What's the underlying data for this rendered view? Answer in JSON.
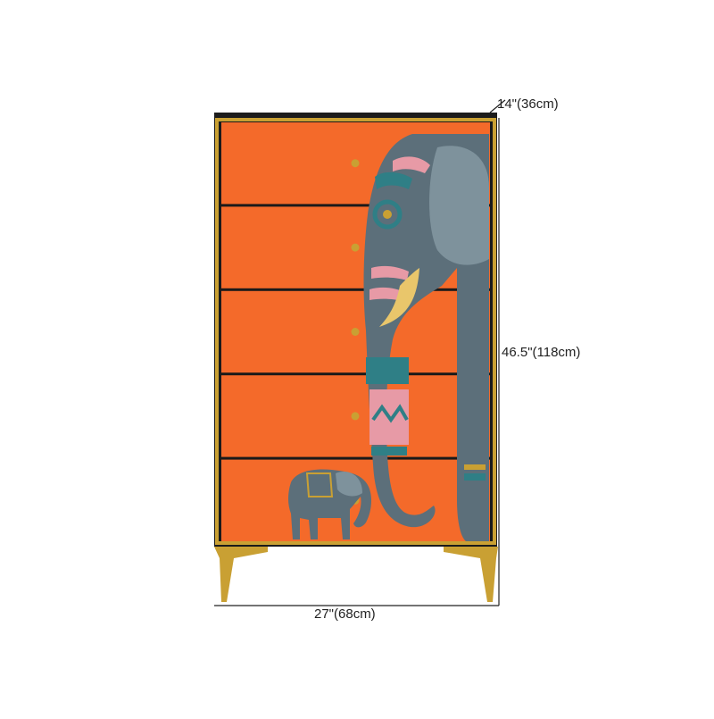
{
  "dimensions": {
    "depth": "14\"(36cm)",
    "height": "46.5\"(118cm)",
    "width": "27\"(68cm)"
  },
  "product": {
    "drawer_count": 5
  },
  "colors": {
    "body_orange": "#f46a2a",
    "frame_gold": "#c9a033",
    "elephant_grey": "#5c6f7a",
    "teal_accent": "#2f7f86",
    "pink_accent": "#e79aa6",
    "top_black": "#1c1c1c"
  }
}
